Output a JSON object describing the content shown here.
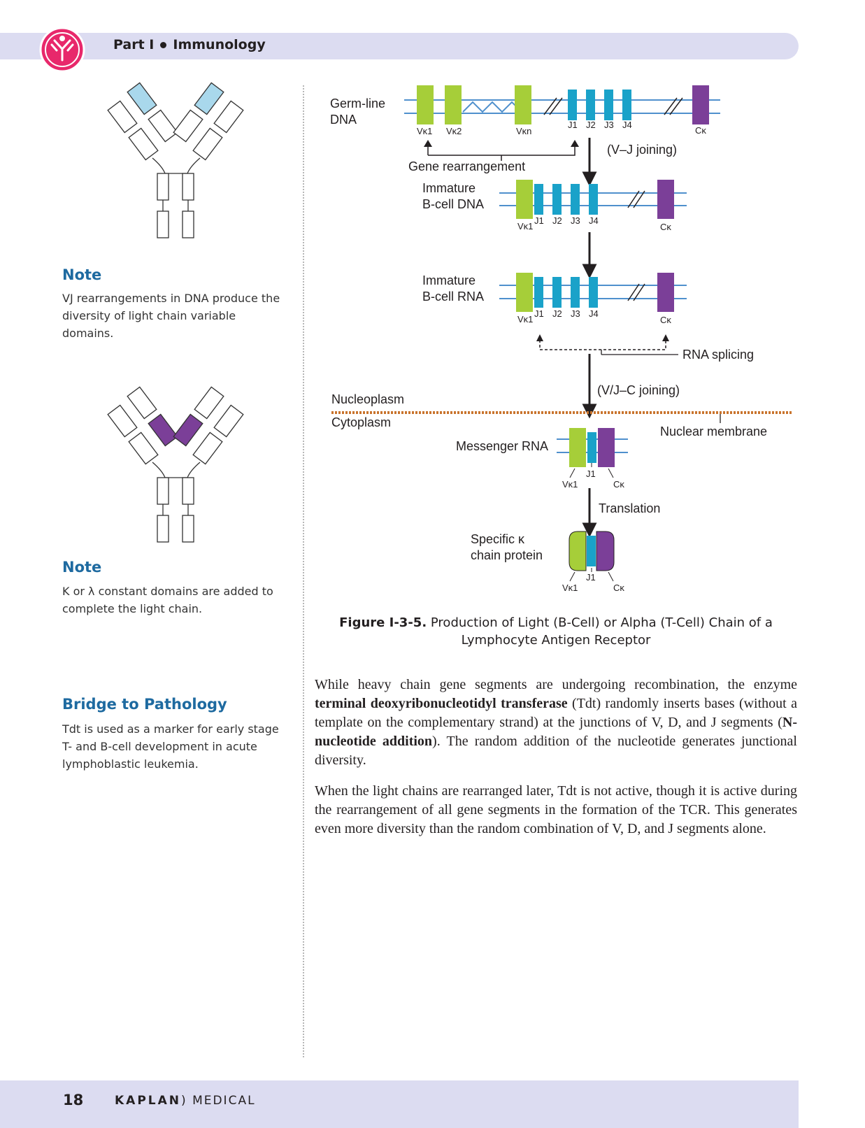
{
  "header": {
    "part": "Part I",
    "section": "Immunology"
  },
  "sidebar": {
    "note1": {
      "title": "Note",
      "text": "VJ rearrangements in DNA produce the diversity of light chain variable domains."
    },
    "note2": {
      "title": "Note",
      "text": "K or λ constant domains are added to complete the light chain."
    },
    "bridge": {
      "title": "Bridge to Pathology",
      "text": "Tdt is used as a marker for early stage T- and B-cell development in acute lymphoblastic leukemia."
    }
  },
  "figure": {
    "germline": "Germ-line\nDNA",
    "gene_rearrangement": "Gene rearrangement",
    "vj_joining": "(V–J  joining)",
    "immature_dna": "Immature\nB-cell DNA",
    "immature_rna": "Immature\nB-cell RNA",
    "rna_splicing": "RNA splicing",
    "vjc_joining": "(V/J–C joining)",
    "nucleoplasm": "Nucleoplasm",
    "cytoplasm": "Cytoplasm",
    "nuclear_membrane": "Nuclear membrane",
    "messenger_rna": "Messenger RNA",
    "translation": "Translation",
    "specific_chain": "Specific κ\nchain protein",
    "segments": {
      "vk1": "Vκ1",
      "vk2": "Vκ2",
      "vkn": "Vκn",
      "j1": "J1",
      "j2": "J2",
      "j3": "J3",
      "j4": "J4",
      "ck": "Cκ"
    },
    "colors": {
      "v": "#a6ce39",
      "j": "#1aa2c9",
      "c": "#7b3f98",
      "line": "#4f90cd",
      "membrane": "#c9742d"
    }
  },
  "caption": {
    "label": "Figure I-3-5.",
    "text": "Production of Light (B-Cell) or Alpha (T-Cell) Chain of a Lymphocyte Antigen Receptor"
  },
  "body": {
    "p1_pre": "While heavy chain gene segments are undergoing recombination, the enzyme ",
    "p1_bold1": "terminal deoxyribonucleotidyl transferase",
    "p1_mid": " (Tdt) randomly inserts bases (without a template on the complementary strand) at the junctions of V, D, and J segments (",
    "p1_bold2": "N-nucleotide addition",
    "p1_post": "). The random addition of the nucleotide generates junctional diversity.",
    "p2": "When the light chains are rearranged later, Tdt is not active, though it is active during the rearrangement of all gene segments in the formation of the TCR. This generates even more diversity than the random combination of V, D, and J segments alone."
  },
  "footer": {
    "page": "18",
    "brand_bold": "KAPLAN",
    "brand_rest": "MEDICAL"
  }
}
